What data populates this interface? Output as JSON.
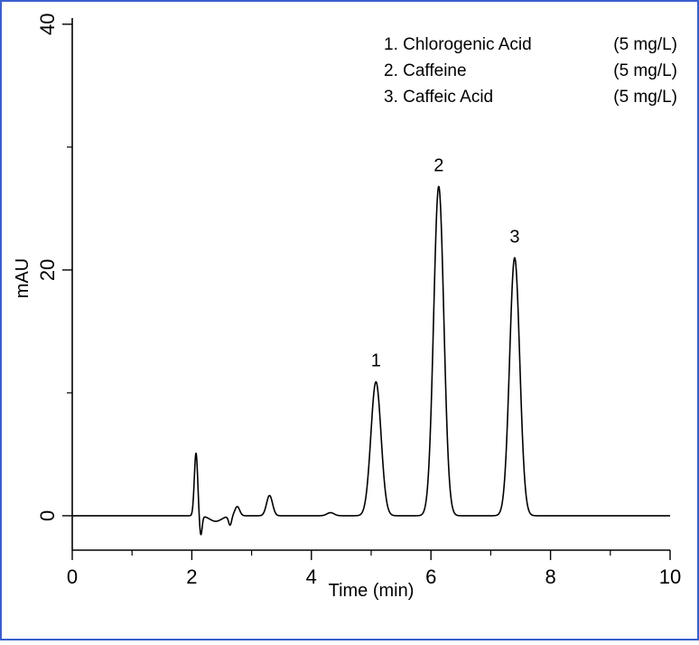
{
  "frame_color": "#3a5fcd",
  "line_color": "#000000",
  "chart_data": {
    "type": "line",
    "xlabel": "Time (min)",
    "ylabel": "mAU",
    "xlim": [
      0,
      10
    ],
    "ylim": [
      -2.8,
      40.5
    ],
    "x_major_ticks": [
      0,
      2,
      4,
      6,
      8,
      10
    ],
    "x_minor_ticks": [
      1,
      3,
      5,
      7,
      9
    ],
    "y_ticks": [
      0,
      20,
      40
    ],
    "y_minor_ticks": [
      10,
      30
    ],
    "grid": false,
    "legend_position": "top-right",
    "legend": [
      {
        "name": "1. Chlorogenic Acid",
        "conc": "(5 mg/L)"
      },
      {
        "name": "2. Caffeine",
        "conc": "(5 mg/L)"
      },
      {
        "name": "3. Caffeic Acid",
        "conc": "(5 mg/L)"
      }
    ],
    "peaks": [
      {
        "label": "1",
        "time": 5.08,
        "height": 10.9,
        "width": 0.085
      },
      {
        "label": "2",
        "time": 6.13,
        "height": 26.8,
        "width": 0.085
      },
      {
        "label": "3",
        "time": 7.4,
        "height": 21.0,
        "width": 0.085
      }
    ],
    "minor_features": [
      {
        "time": 2.07,
        "height": 5.1,
        "width": 0.028
      },
      {
        "time": 2.15,
        "height": -1.6,
        "width": 0.022
      },
      {
        "time": 2.4,
        "height": -0.45,
        "width": 0.1
      },
      {
        "time": 2.64,
        "height": -0.75,
        "width": 0.025
      },
      {
        "time": 2.76,
        "height": 0.75,
        "width": 0.04
      },
      {
        "time": 3.3,
        "height": 1.65,
        "width": 0.05
      },
      {
        "time": 4.32,
        "height": 0.25,
        "width": 0.06
      }
    ]
  }
}
